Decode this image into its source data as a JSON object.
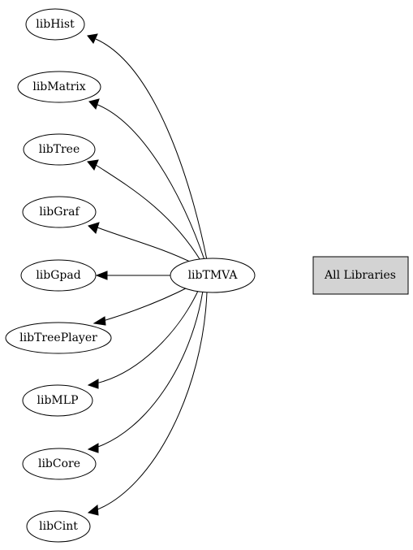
{
  "graph": {
    "source": {
      "id": "libTMVA",
      "label": "libTMVA"
    },
    "targets": [
      {
        "id": "libHist",
        "label": "libHist"
      },
      {
        "id": "libMatrix",
        "label": "libMatrix"
      },
      {
        "id": "libTree",
        "label": "libTree"
      },
      {
        "id": "libGraf",
        "label": "libGraf"
      },
      {
        "id": "libGpad",
        "label": "libGpad"
      },
      {
        "id": "libTreePlayer",
        "label": "libTreePlayer"
      },
      {
        "id": "libMLP",
        "label": "libMLP"
      },
      {
        "id": "libCore",
        "label": "libCore"
      },
      {
        "id": "libCint",
        "label": "libCint"
      }
    ],
    "all_libraries": {
      "label": "All Libraries",
      "fill_color": "#d3d3d3"
    }
  }
}
